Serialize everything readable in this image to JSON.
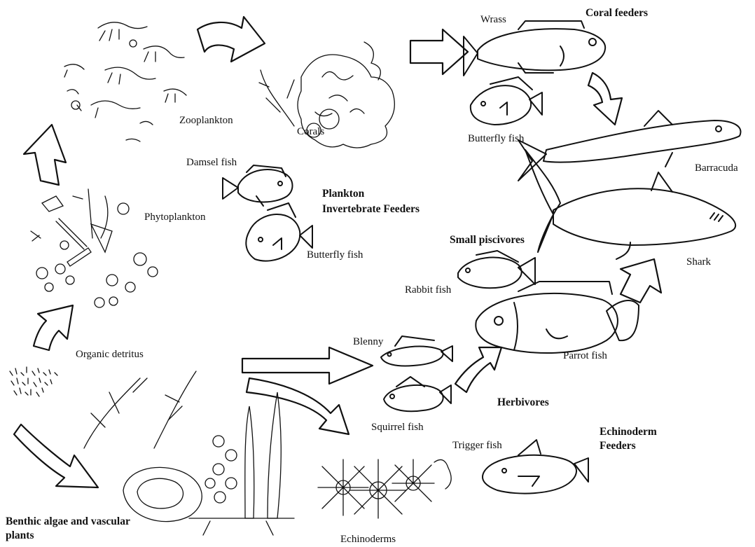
{
  "labels": {
    "zooplankton": "Zooplankton",
    "corals": "Corals",
    "wrass": "Wrass",
    "coral_feeders": "Coral feeders",
    "butterfly_fish_top": "Butterfly fish",
    "barracuda": "Barracuda",
    "damsel_fish": "Damsel fish",
    "plankton_feeders_line1": "Plankton",
    "plankton_feeders_line2": "Invertebrate Feeders",
    "phytoplankton": "Phytoplankton",
    "butterfly_fish_mid": "Butterfly fish",
    "small_piscivores": "Small piscivores",
    "shark": "Shark",
    "rabbit_fish": "Rabbit fish",
    "organic_detritus": "Organic detritus",
    "blenny": "Blenny",
    "parrot_fish": "Parrot fish",
    "herbivores": "Herbivores",
    "squirrel_fish": "Squirrel fish",
    "echinoderm_feeders_line1": "Echinoderm",
    "echinoderm_feeders_line2": "Feeders",
    "trigger_fish": "Trigger fish",
    "benthic_line1": "Benthic algae and vascular",
    "benthic_line2": "plants",
    "echinoderms": "Echinoderms"
  }
}
